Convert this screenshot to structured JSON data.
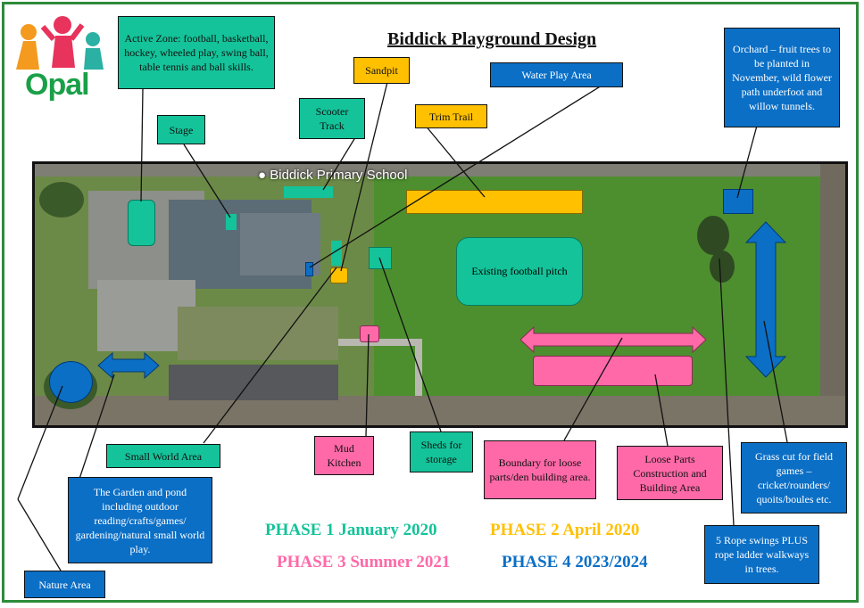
{
  "title": "Biddick Playground Design",
  "logo_text": "Opal",
  "school_label": "Biddick Primary School",
  "pitch_label": "Existing football pitch",
  "callouts": {
    "active_zone": "Active Zone: football, basketball, hockey, wheeled play, swing ball, table tennis and ball skills.",
    "stage": "Stage",
    "scooter_track": "Scooter Track",
    "sandpit": "Sandpit",
    "water_play": "Water Play Area",
    "trim_trail": "Trim Trail",
    "orchard": "Orchard – fruit trees to be planted in November, wild flower path underfoot and willow tunnels.",
    "small_world": "Small World Area",
    "garden": "The Garden and pond including outdoor reading/crafts/games/ gardening/natural small world play.",
    "nature_area": "Nature Area",
    "mud_kitchen": "Mud Kitchen",
    "sheds": "Sheds for storage",
    "boundary": "Boundary for loose parts/den building area.",
    "loose_parts": "Loose Parts Construction and Building Area",
    "grass_cut": "Grass cut for field games – cricket/rounders/ quoits/boules etc.",
    "rope_swings": "5 Rope swings PLUS rope ladder walkways in trees."
  },
  "phases": {
    "p1": "PHASE 1 January 2020",
    "p2": "PHASE 2 April 2020",
    "p3": "PHASE 3 Summer 2021",
    "p4": "PHASE 4 2023/2024"
  },
  "colors": {
    "phase1": "#14c39a",
    "phase2": "#ffc000",
    "phase3": "#ff69a8",
    "phase4": "#0b6fc6",
    "border": "#2e8b3a"
  }
}
